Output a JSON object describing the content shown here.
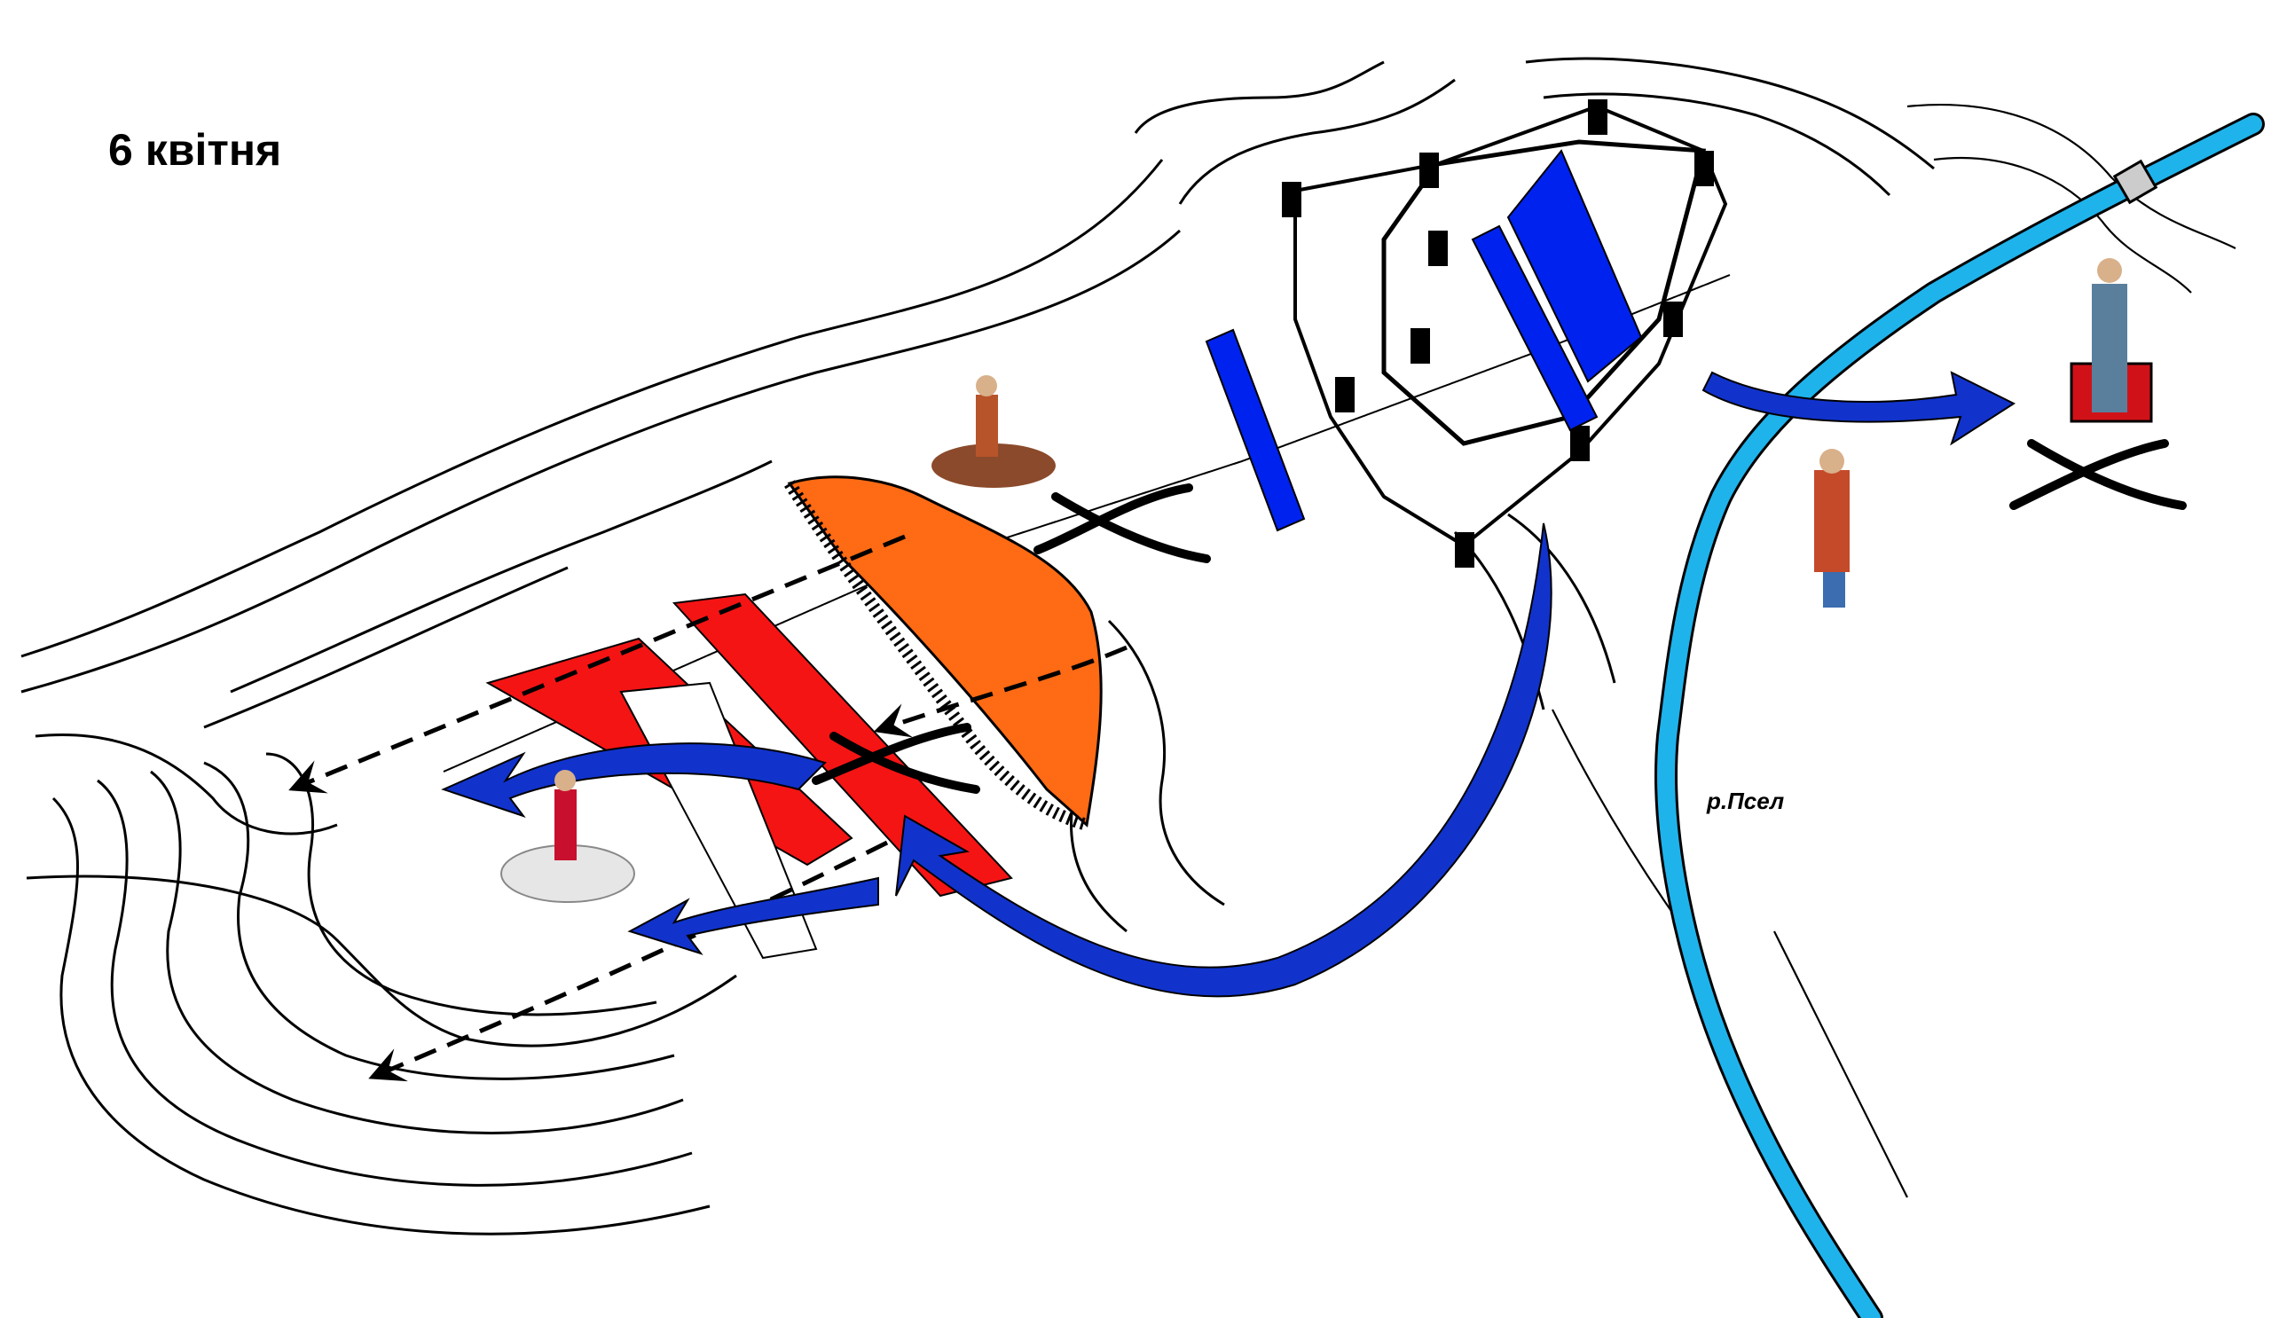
{
  "map": {
    "title": "6 квітня",
    "river_label": "р.Псел"
  },
  "colors": {
    "river": "#1fb3ec",
    "allied_arrows": "#1133cc",
    "allied_units": "#0022ee",
    "enemy_units": "#f41414",
    "enemy_field_camp": "#ff6a14",
    "ink": "#000000"
  },
  "symbols": [
    "crossed-sabres-icon",
    "winged-hussar-figure",
    "cossack-horseman-figure",
    "musketeer-figure",
    "officer-figure",
    "fortress-with-towers"
  ]
}
